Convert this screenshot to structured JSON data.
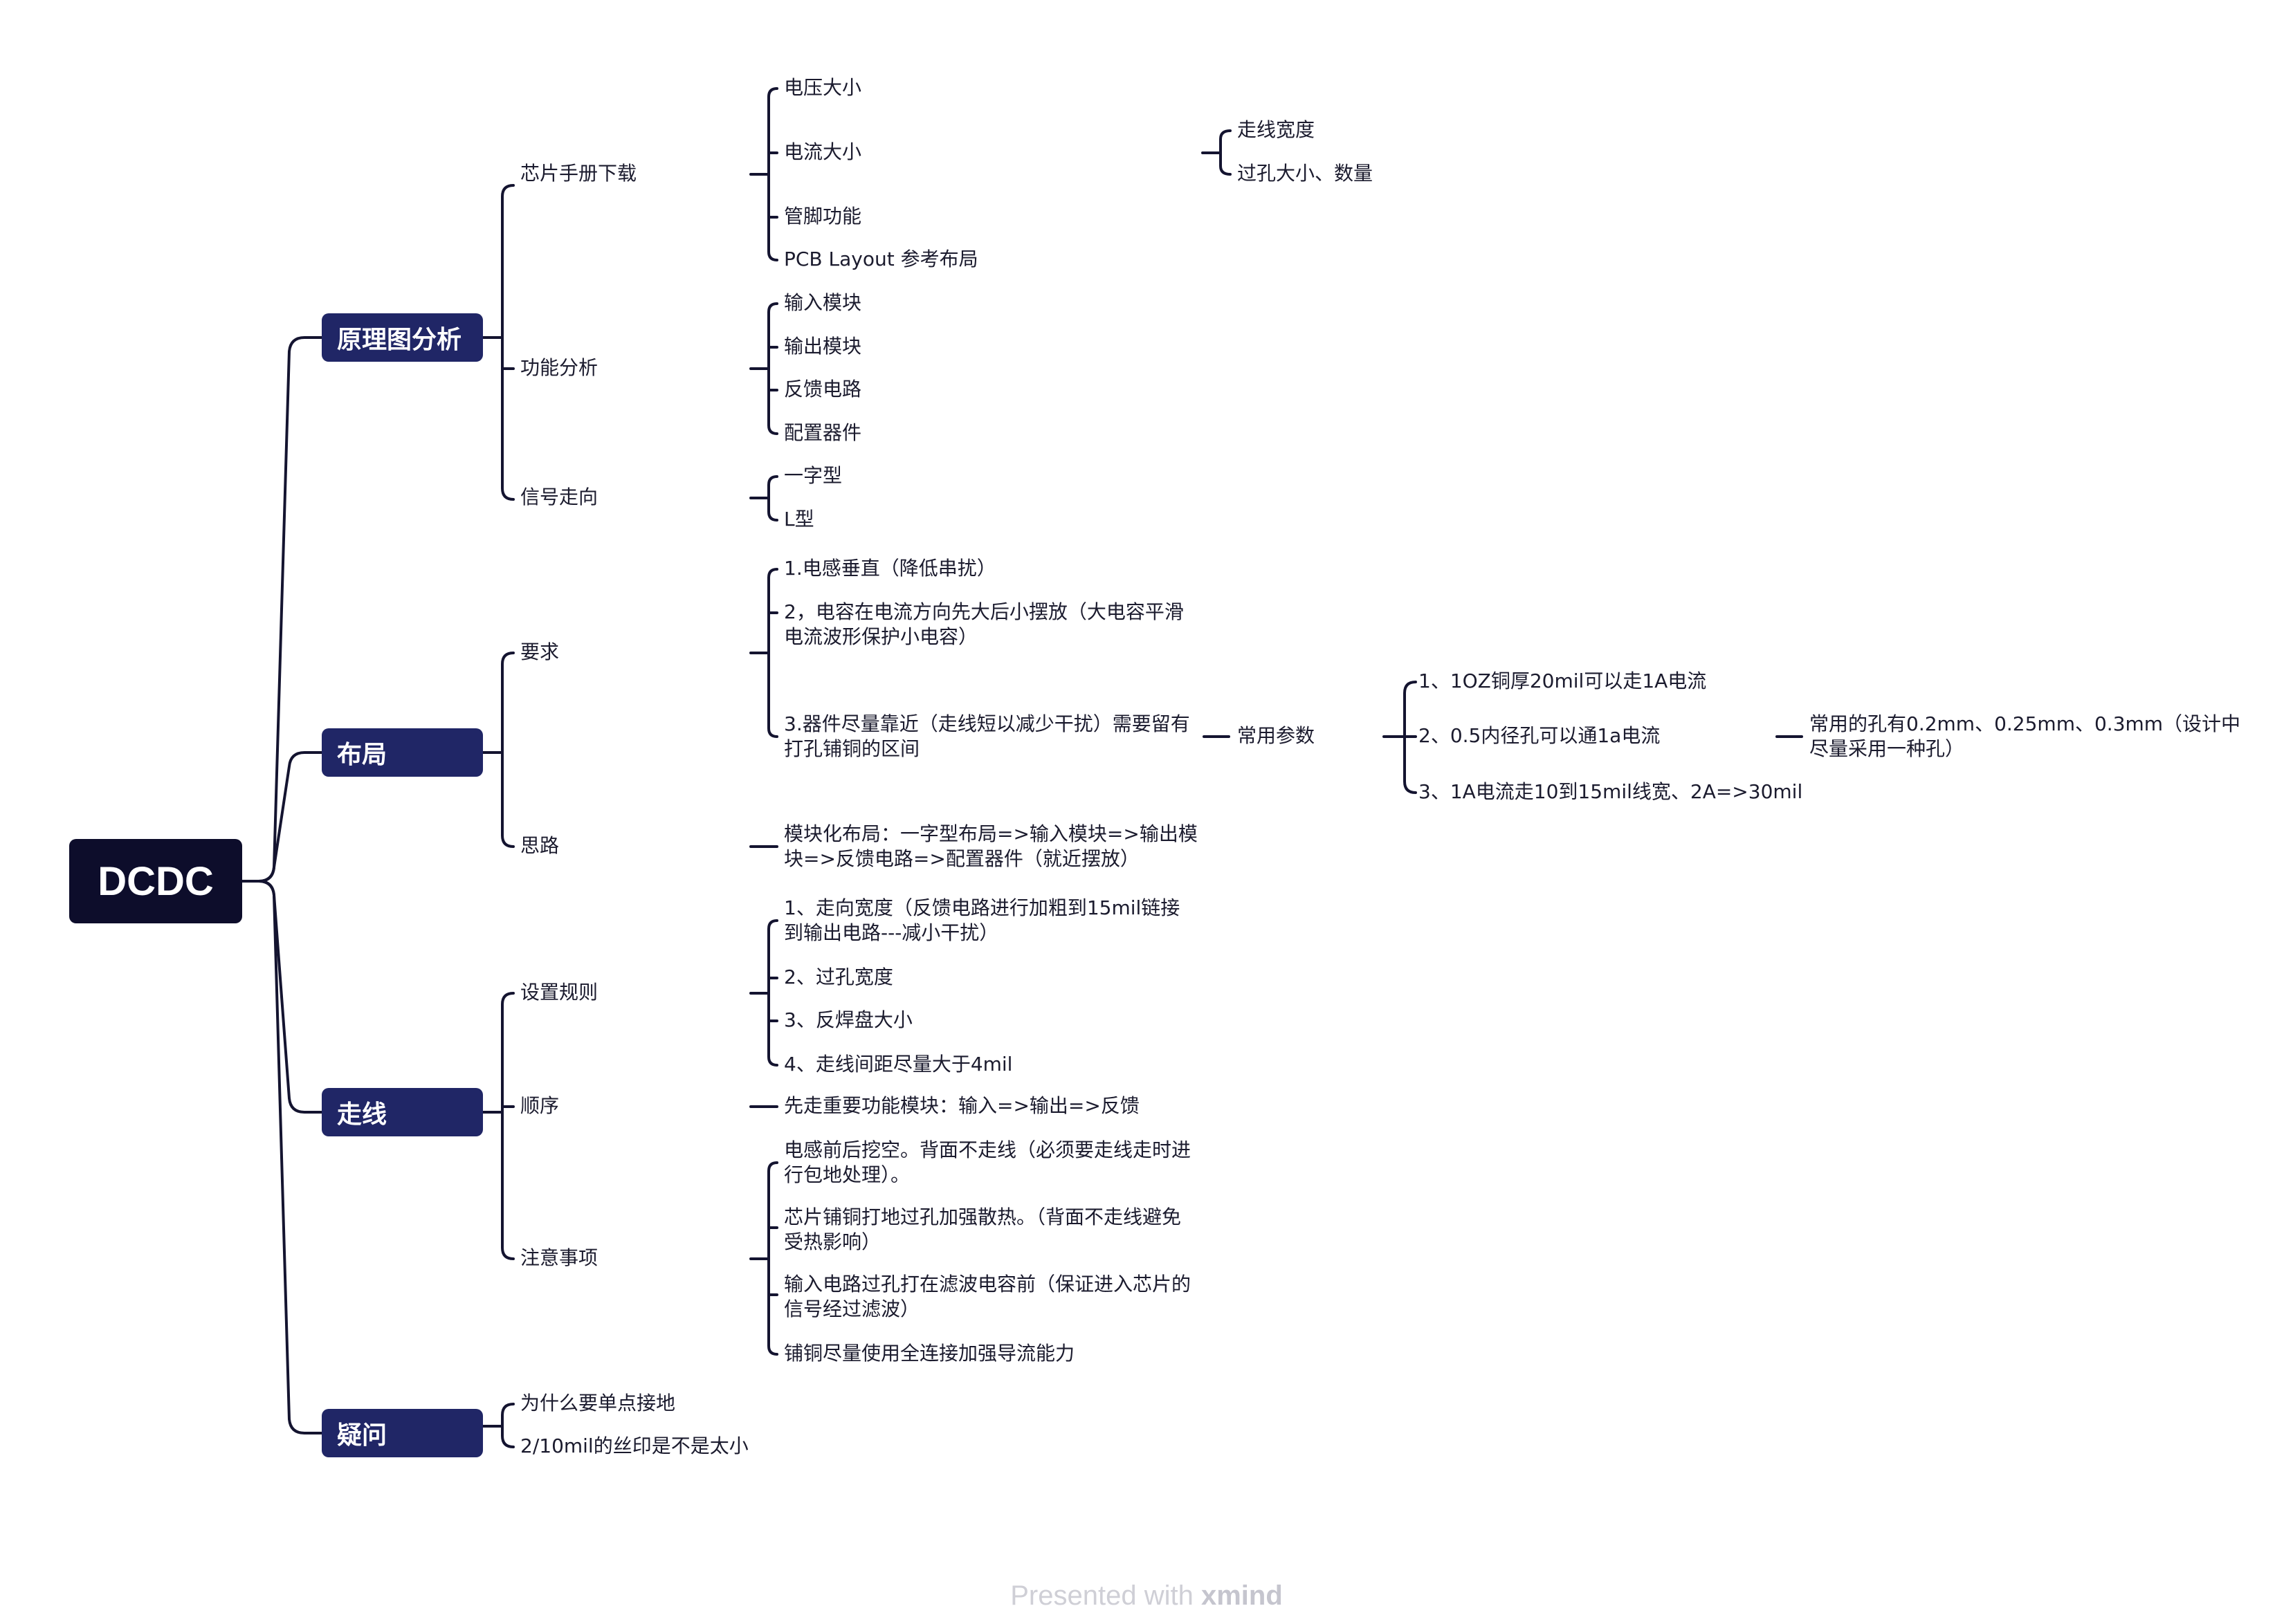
{
  "central": "DCDC",
  "branches": {
    "schematic": {
      "title": "原理图分析",
      "chip_manual": {
        "label": "芯片手册下载",
        "items": [
          "电压大小",
          "电流大小",
          "管脚功能",
          "PCB Layout 参考布局"
        ],
        "current_children": [
          "走线宽度",
          "过孔大小、数量"
        ]
      },
      "function": {
        "label": "功能分析",
        "items": [
          "输入模块",
          "输出模块",
          "反馈电路",
          "配置器件"
        ]
      },
      "signal": {
        "label": "信号走向",
        "items": [
          "一字型",
          "L型"
        ]
      }
    },
    "layout": {
      "title": "布局",
      "requirements": {
        "label": "要求",
        "items": [
          "1.电感垂直（降低串扰）",
          "2，电容在电流方向先大后小摆放（大电容平滑电流波形保护小电容）",
          "3.器件尽量靠近（走线短以减少干扰）需要留有打孔铺铜的区间"
        ],
        "params": {
          "label": "常用参数",
          "items": [
            "1、1OZ铜厚20mil可以走1A电流",
            "2、0.5内径孔可以通1a电流",
            "3、1A电流走10到15mil线宽、2A=>30mil"
          ],
          "via_note": "常用的孔有0.2mm、0.25mm、0.3mm（设计中尽量采用一种孔）"
        }
      },
      "approach": {
        "label": "思路",
        "item": "模块化布局：一字型布局=>输入模块=>输出模块=>反馈电路=>配置器件（就近摆放）"
      }
    },
    "routing": {
      "title": "走线",
      "rules": {
        "label": "设置规则",
        "items": [
          "1、走向宽度（反馈电路进行加粗到15mil链接到输出电路---减小干扰）",
          "2、过孔宽度",
          "3、反焊盘大小",
          "4、走线间距尽量大于4mil"
        ]
      },
      "order": {
        "label": "顺序",
        "item": "先走重要功能模块：输入=>输出=>反馈"
      },
      "notes": {
        "label": "注意事项",
        "items": [
          "电感前后挖空。背面不走线（必须要走线走时进行包地处理）。",
          "芯片铺铜打地过孔加强散热。（背面不走线避免受热影响）",
          "输入电路过孔打在滤波电容前（保证进入芯片的信号经过滤波）",
          "铺铜尽量使用全连接加强导流能力"
        ]
      }
    },
    "questions": {
      "title": "疑问",
      "items": [
        "为什么要单点接地",
        "2/10mil的丝印是不是太小"
      ]
    }
  },
  "footer": {
    "prefix": "Presented with",
    "brand": "xmind"
  }
}
